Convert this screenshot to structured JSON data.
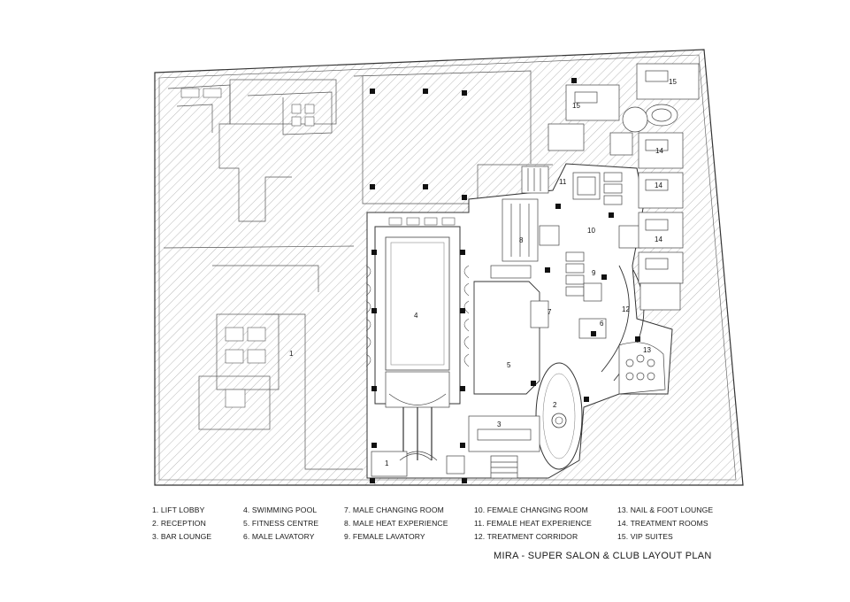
{
  "room_labels": [
    {
      "num": "1",
      "name": "LIFT LOBBY"
    },
    {
      "num": "2",
      "name": "RECEPTION"
    },
    {
      "num": "3",
      "name": "BAR LOUNGE"
    },
    {
      "num": "4",
      "name": "SWIMMING POOL"
    },
    {
      "num": "5",
      "name": "FITNESS CENTRE"
    },
    {
      "num": "6",
      "name": "MALE LAVATORY"
    },
    {
      "num": "7",
      "name": "MALE CHANGING ROOM"
    },
    {
      "num": "8",
      "name": "MALE HEAT EXPERIENCE"
    },
    {
      "num": "9",
      "name": "FEMALE LAVATORY"
    },
    {
      "num": "10",
      "name": "FEMALE CHANGING ROOM"
    },
    {
      "num": "11",
      "name": "FEMALE HEAT EXPERIENCE"
    },
    {
      "num": "12",
      "name": "TREATMENT CORRIDOR"
    },
    {
      "num": "13",
      "name": "NAIL & FOOT LOUNGE"
    },
    {
      "num": "14",
      "name": "TREATMENT ROOMS"
    },
    {
      "num": "15",
      "name": "VIP SUITES"
    }
  ],
  "legend_text": [
    [
      "1. LIFT LOBBY",
      "2. RECEPTION",
      "3. BAR LOUNGE"
    ],
    [
      "4. SWIMMING POOL",
      "5. FITNESS CENTRE",
      "6. MALE LAVATORY"
    ],
    [
      "7. MALE CHANGING ROOM",
      "8. MALE HEAT EXPERIENCE",
      "9. FEMALE LAVATORY"
    ],
    [
      "10. FEMALE CHANGING ROOM",
      "11. FEMALE HEAT EXPERIENCE",
      "12. TREATMENT CORRIDOR"
    ],
    [
      "13. NAIL & FOOT LOUNGE",
      "14. TREATMENT ROOMS",
      "15. VIP SUITES"
    ]
  ],
  "plan_numbers": {
    "n1": "1",
    "n1b": "1",
    "n2": "2",
    "n3": "3",
    "n4": "4",
    "n5": "5",
    "n6": "6",
    "n7": "7",
    "n8": "8",
    "n9": "9",
    "n10": "10",
    "n11": "11",
    "n12": "12",
    "n13": "13",
    "n14a": "14",
    "n14b": "14",
    "n14c": "14",
    "n15a": "15",
    "n15b": "15"
  },
  "title": "MIRA - SUPER SALON & CLUB LAYOUT PLAN",
  "colors": {
    "line": "#333333",
    "hatch": "#9a9a9a",
    "column": "#111111"
  }
}
